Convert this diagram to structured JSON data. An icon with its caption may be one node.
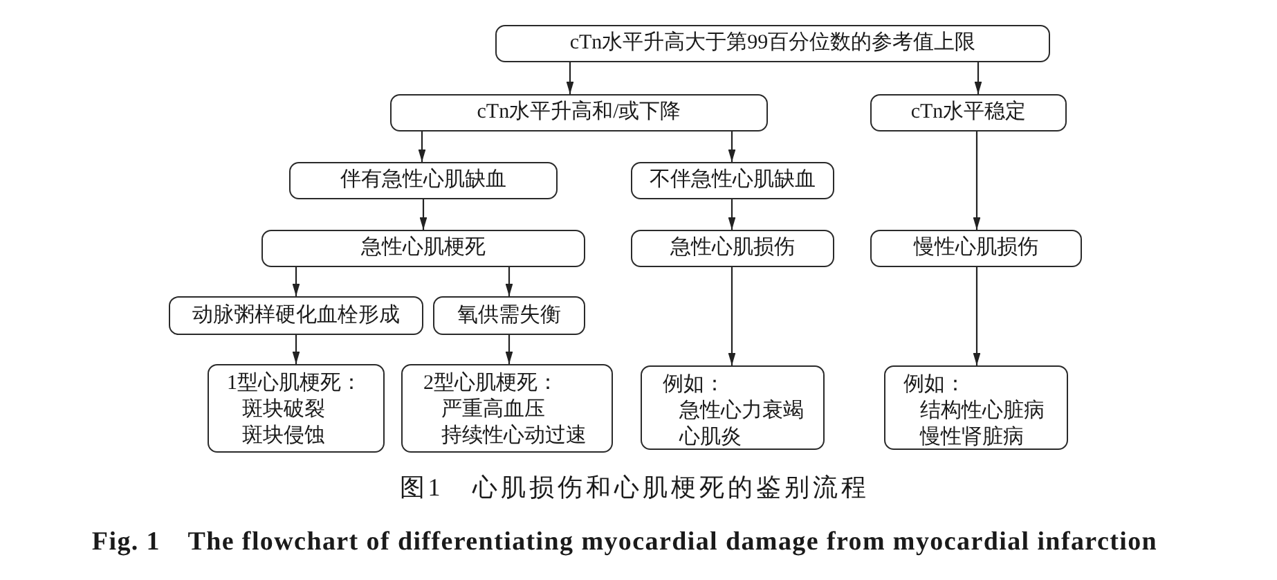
{
  "diagram": {
    "caption": "图1　心肌损伤和心肌梗死的鉴别流程",
    "nodes": [
      {
        "text": [
          "cTn水平升高大于第99百分位数的参考值上限"
        ]
      },
      {
        "text": [
          "cTn水平升高和/或下降"
        ]
      },
      {
        "text": [
          "cTn水平稳定"
        ]
      },
      {
        "text": [
          "伴有急性心肌缺血"
        ]
      },
      {
        "text": [
          "不伴急性心肌缺血"
        ]
      },
      {
        "text": [
          "急性心肌梗死"
        ]
      },
      {
        "text": [
          "急性心肌损伤"
        ]
      },
      {
        "text": [
          "慢性心肌损伤"
        ]
      },
      {
        "text": [
          "动脉粥样硬化血栓形成"
        ]
      },
      {
        "text": [
          "氧供需失衡"
        ]
      },
      {
        "text": [
          "1型心肌梗死：",
          "斑块破裂",
          "斑块侵蚀"
        ]
      },
      {
        "text": [
          "2型心肌梗死：",
          "严重高血压",
          "持续性心动过速"
        ]
      },
      {
        "text": [
          "例如：",
          "急性心力衰竭",
          "心肌炎"
        ]
      },
      {
        "text": [
          "例如：",
          "结构性心脏病",
          "慢性肾脏病"
        ]
      }
    ],
    "edges": [
      {
        "from": 0,
        "to": 1,
        "arrow": "to"
      },
      {
        "from": 0,
        "to": 2,
        "arrow": "to"
      },
      {
        "from": 1,
        "to": 3,
        "arrow": "to"
      },
      {
        "from": 1,
        "to": 4,
        "arrow": "to"
      },
      {
        "from": 2,
        "to": 7,
        "arrow": "to"
      },
      {
        "from": 3,
        "to": 5,
        "arrow": "to"
      },
      {
        "from": 4,
        "to": 6,
        "arrow": "to"
      },
      {
        "from": 5,
        "to": 8,
        "arrow": "to"
      },
      {
        "from": 5,
        "to": 9,
        "arrow": "to"
      },
      {
        "from": 6,
        "to": 12,
        "arrow": "to"
      },
      {
        "from": 7,
        "to": 13,
        "arrow": "to"
      },
      {
        "from": 8,
        "to": 10,
        "arrow": "to"
      },
      {
        "from": 9,
        "to": 11,
        "arrow": "to"
      }
    ],
    "labels": [
      "Fig. 1 The flowchart of differentiating myocardial damage from myocardial infarction"
    ]
  }
}
